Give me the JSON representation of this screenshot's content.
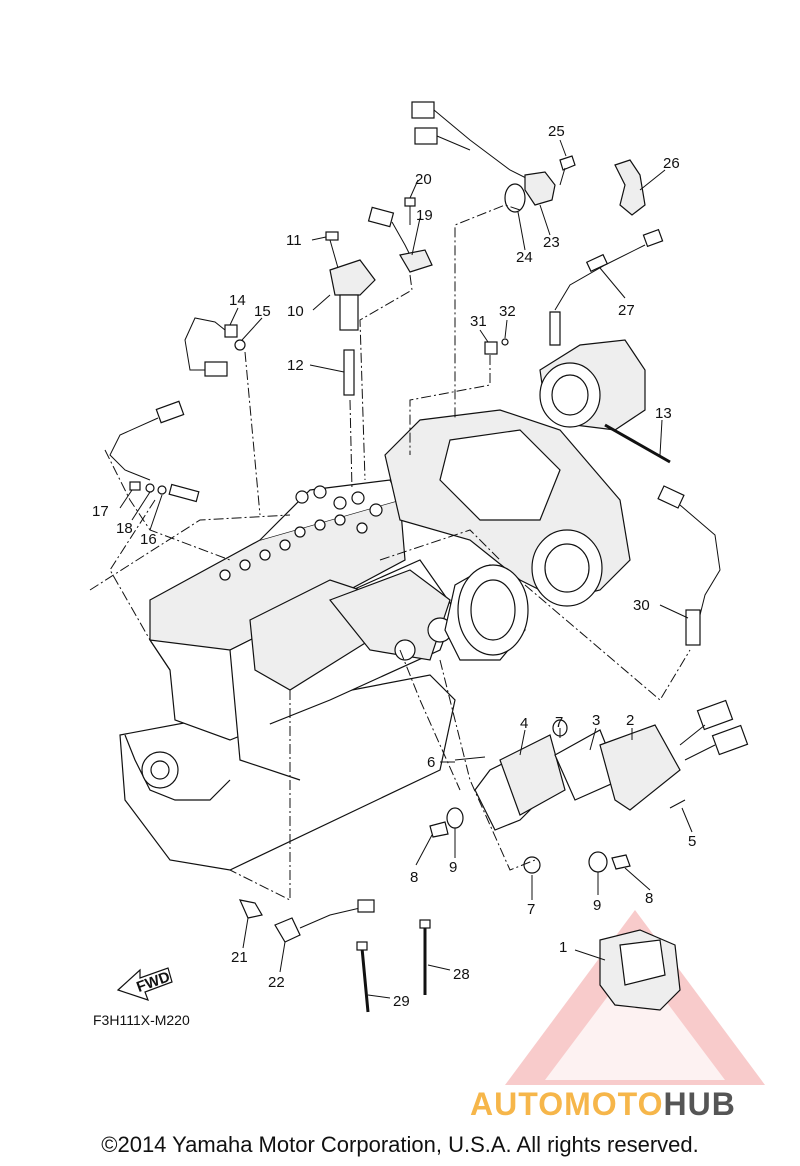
{
  "diagram": {
    "code": "F3H111X-M220",
    "fwd_label": "FWD",
    "copyright": "©2014 Yamaha Motor Corporation, U.S.A. All rights reserved.",
    "watermark": {
      "part1": "AUTOMOTO",
      "part2": "HUB"
    },
    "callouts": [
      {
        "n": "1"
      },
      {
        "n": "2"
      },
      {
        "n": "3"
      },
      {
        "n": "4"
      },
      {
        "n": "5"
      },
      {
        "n": "6"
      },
      {
        "n": "7"
      },
      {
        "n": "7"
      },
      {
        "n": "8"
      },
      {
        "n": "8"
      },
      {
        "n": "9"
      },
      {
        "n": "9"
      },
      {
        "n": "10"
      },
      {
        "n": "11"
      },
      {
        "n": "12"
      },
      {
        "n": "13"
      },
      {
        "n": "14"
      },
      {
        "n": "15"
      },
      {
        "n": "16"
      },
      {
        "n": "17"
      },
      {
        "n": "18"
      },
      {
        "n": "19"
      },
      {
        "n": "20"
      },
      {
        "n": "21"
      },
      {
        "n": "22"
      },
      {
        "n": "23"
      },
      {
        "n": "24"
      },
      {
        "n": "25"
      },
      {
        "n": "26"
      },
      {
        "n": "27"
      },
      {
        "n": "28"
      },
      {
        "n": "29"
      },
      {
        "n": "30"
      },
      {
        "n": "31"
      },
      {
        "n": "32"
      }
    ]
  }
}
